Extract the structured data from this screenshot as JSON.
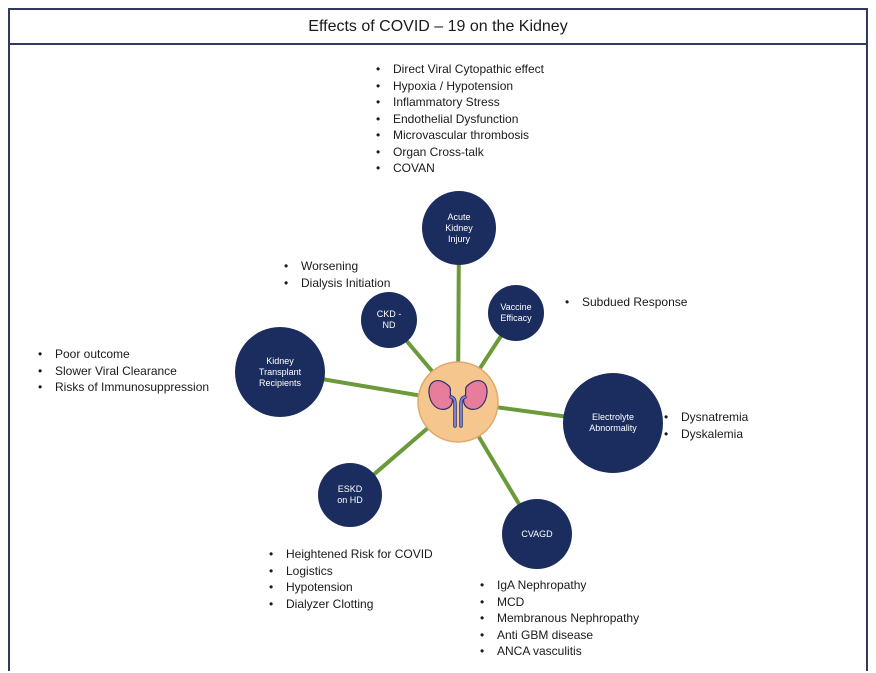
{
  "title": "Effects of COVID – 19 on the Kidney",
  "colors": {
    "node_fill": "#1b2d5e",
    "spoke": "#6a9a3a",
    "center_fill": "#f5c78e",
    "kidney": "#e87c9b",
    "ureter": "#7e7fd0",
    "border": "#2f3a5c"
  },
  "center_icon": "kidneys-icon",
  "nodes": [
    {
      "id": "aki",
      "label": "Acute\nKidney\nInjury",
      "bullets": [
        "Direct Viral Cytopathic effect",
        "Hypoxia / Hypotension",
        "Inflammatory Stress",
        "Endothelial Dysfunction",
        "Microvascular thrombosis",
        "Organ Cross-talk",
        "COVAN"
      ]
    },
    {
      "id": "vaccine",
      "label": "Vaccine\nEfficacy",
      "bullets": [
        "Subdued Response"
      ]
    },
    {
      "id": "electrolyte",
      "label": "Electrolyte\nAbnormality",
      "bullets": [
        "Dysnatremia",
        "Dyskalemia"
      ]
    },
    {
      "id": "cvagd",
      "label": "CVAGD",
      "bullets": [
        "IgA Nephropathy",
        "MCD",
        "Membranous Nephropathy",
        "Anti GBM disease",
        "ANCA vasculitis"
      ]
    },
    {
      "id": "eskd",
      "label": "ESKD\non HD",
      "bullets": [
        "Heightened Risk for COVID",
        "Logistics",
        "Hypotension",
        "Dialyzer Clotting"
      ]
    },
    {
      "id": "transplant",
      "label": "Kidney\nTransplant\nRecipients",
      "bullets": [
        "Poor outcome",
        "Slower Viral Clearance",
        "Risks of Immunosuppression"
      ]
    },
    {
      "id": "ckd",
      "label": "CKD -\nND",
      "bullets": [
        "Worsening",
        "Dialysis Initiation"
      ]
    }
  ]
}
